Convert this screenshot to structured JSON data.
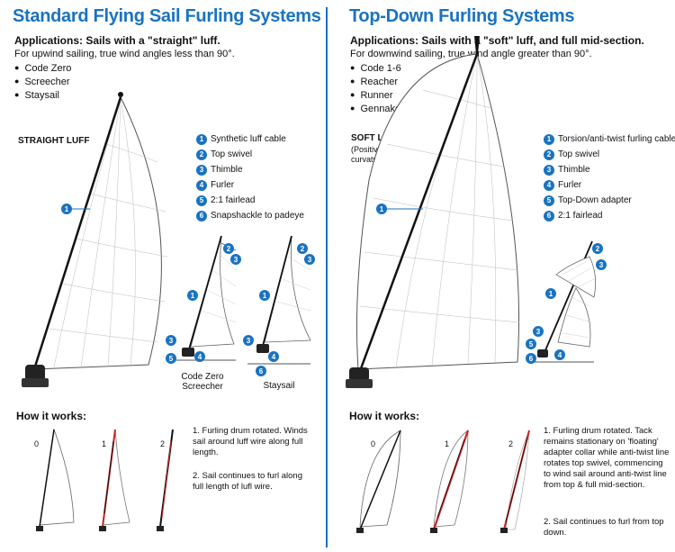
{
  "left": {
    "title": "Standard Flying Sail Furling Systems",
    "applications": "Applications: Sails with a \"straight\" luff.",
    "use": "For upwind sailing, true wind angles less than 90°.",
    "sails": [
      "Code Zero",
      "Screecher",
      "Staysail"
    ],
    "luff_label": "STRAIGHT LUFF",
    "legend": [
      {
        "num": "1",
        "label": "Synthetic luff cable"
      },
      {
        "num": "2",
        "label": "Top swivel"
      },
      {
        "num": "3",
        "label": "Thimble"
      },
      {
        "num": "4",
        "label": "Furler"
      },
      {
        "num": "5",
        "label": "2:1 fairlead"
      },
      {
        "num": "6",
        "label": "Snapshackle to padeye"
      }
    ],
    "caption_a": [
      "Code Zero",
      "Screecher"
    ],
    "caption_b": "Staysail",
    "how_title": "How it works:",
    "stage_labels": [
      "0",
      "1",
      "2"
    ],
    "steps": [
      "1. Furling drum rotated. Winds sail around luff wire along full length.",
      "2. Sail continues to furl along full length of lufl wire."
    ]
  },
  "right": {
    "title": "Top-Down Furling Systems",
    "applications": "Applications: Sails with a \"soft\" luff, and full mid-section.",
    "use": "For downwind sailing, true wind angle greater than 90°.",
    "sails": [
      "Code 1-6",
      "Reacher",
      "Runner",
      "Gennaker"
    ],
    "luff_label": "SOFT LUFF",
    "luff_sub": [
      "(Positive luff",
      "curvature)"
    ],
    "legend": [
      {
        "num": "1",
        "label": "Torsion/anti-twist furling cable"
      },
      {
        "num": "2",
        "label": "Top swivel"
      },
      {
        "num": "3",
        "label": "Thimble"
      },
      {
        "num": "4",
        "label": "Furler"
      },
      {
        "num": "5",
        "label": "Top-Down adapter"
      },
      {
        "num": "6",
        "label": "2:1 fairlead"
      }
    ],
    "how_title": "How it works:",
    "stage_labels": [
      "0",
      "1",
      "2"
    ],
    "steps": [
      "1. Furling drum rotated. Tack remains stationary on 'floating' adapter collar while anti-twist line rotates top swivel, commencing to wind sail around anti-twist line from top & full mid-section.",
      "2. Sail continues to furl from top down."
    ]
  },
  "colors": {
    "accent": "#1a73c0",
    "furl_red": "#cc2222"
  }
}
